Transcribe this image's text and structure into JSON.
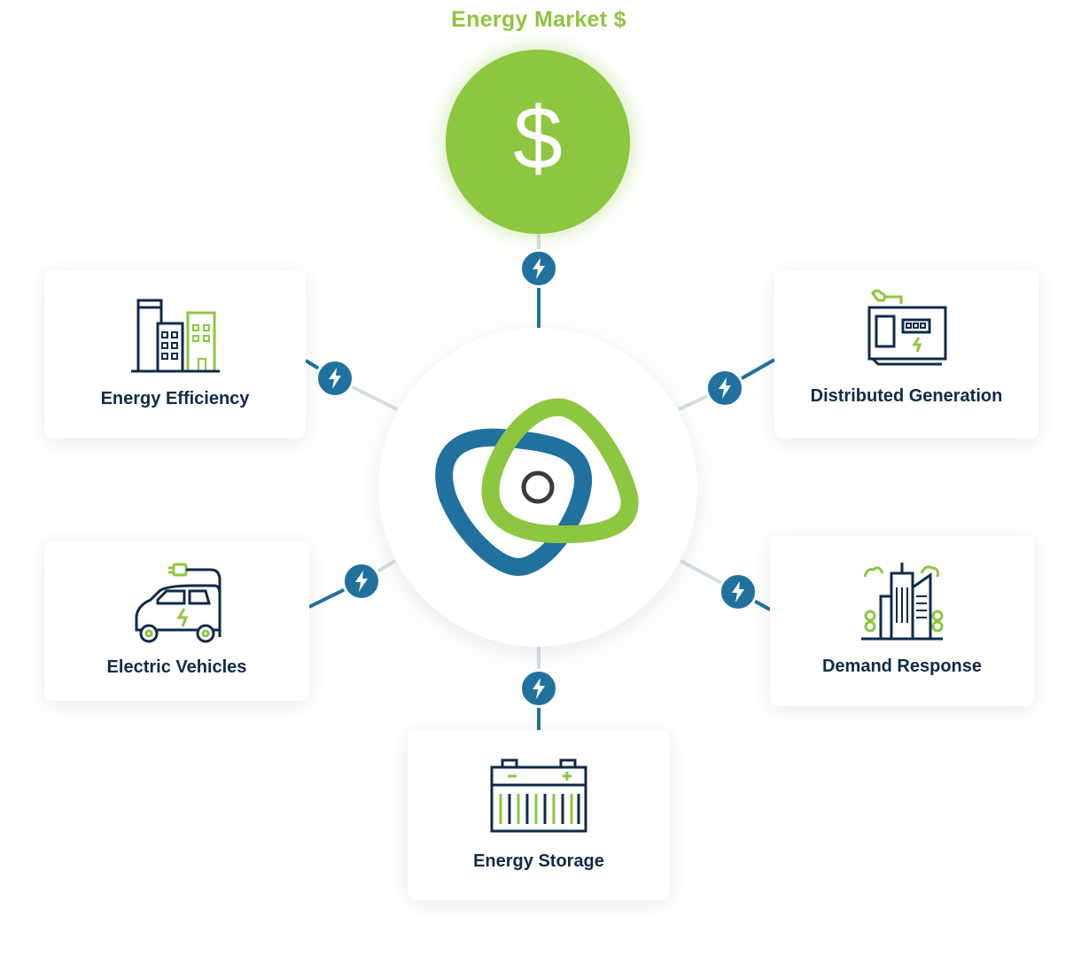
{
  "market": {
    "title": "Energy Market $",
    "symbol": "$"
  },
  "colors": {
    "green": "#8dc63f",
    "blue": "#21719f",
    "navy": "#0f2b48",
    "light_line": "#d3dde6"
  },
  "nodes": [
    {
      "label": "Energy Efficiency",
      "icon": "buildings-icon"
    },
    {
      "label": "Distributed Generation",
      "icon": "generator-icon"
    },
    {
      "label": "Electric Vehicles",
      "icon": "electric-car-icon"
    },
    {
      "label": "Demand Response",
      "icon": "city-icon"
    },
    {
      "label": "Energy Storage",
      "icon": "battery-icon"
    }
  ]
}
